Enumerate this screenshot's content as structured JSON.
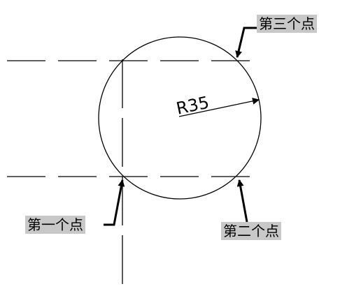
{
  "labels": {
    "third_point": "第三个点",
    "first_point": "第一个点",
    "second_point": "第二个点"
  },
  "dimension": {
    "radius_text": "R35"
  },
  "colors": {
    "line": "#000000",
    "label_bg": "#c8c8c8"
  }
}
